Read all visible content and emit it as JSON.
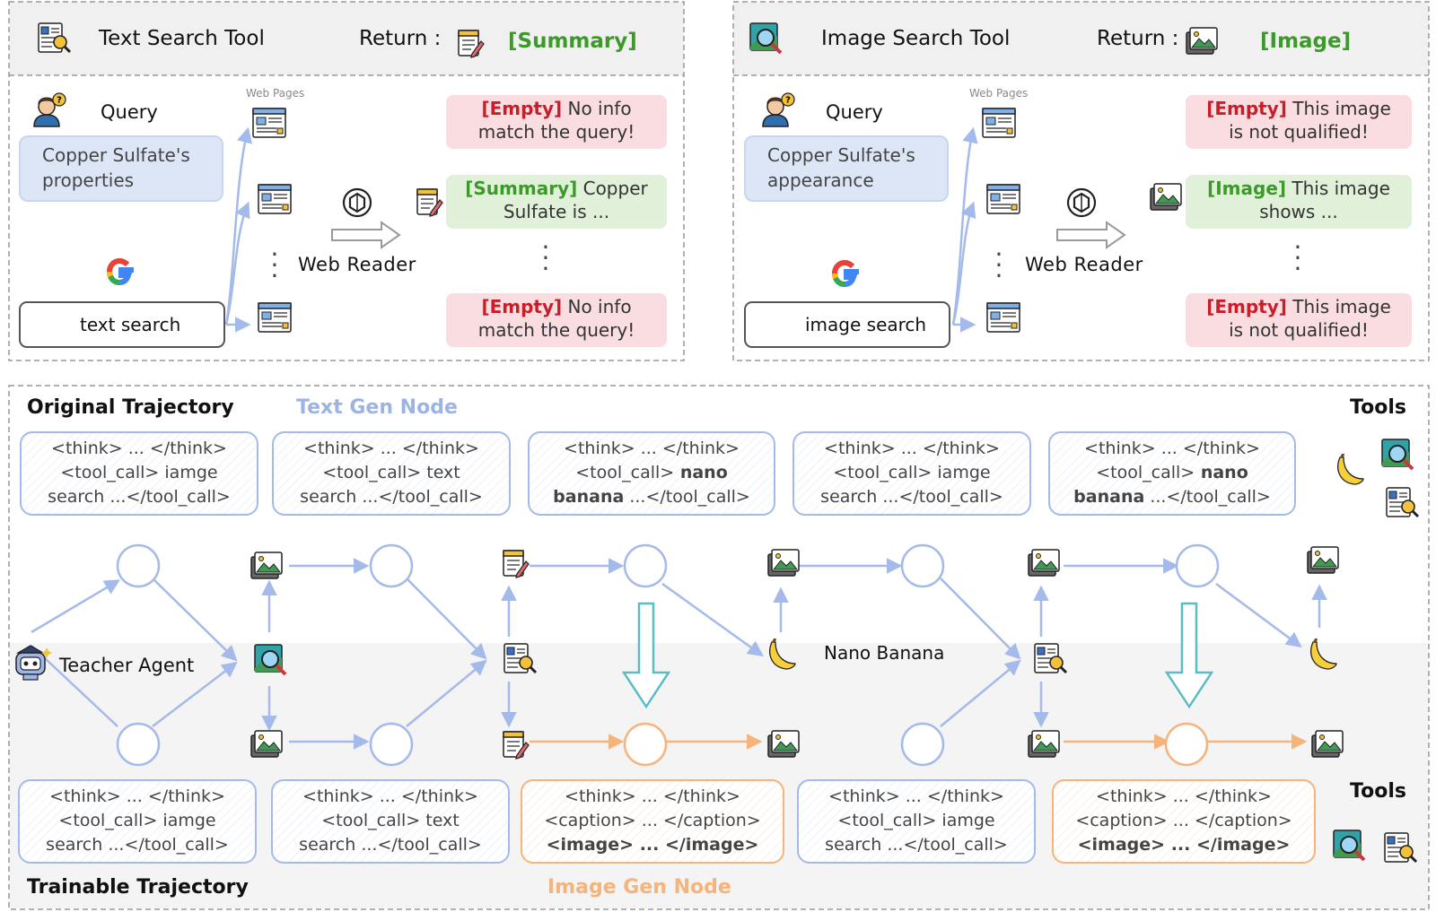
{
  "text_tool": {
    "title": "Text Search Tool",
    "return_label": "Return :",
    "return_value": "[Summary]",
    "web_pages_label": "Web Pages",
    "query_label": "Query",
    "query_text": "Copper Sulfate's properties",
    "search_text": "text search",
    "reader_label": "Web  Reader",
    "results": [
      {
        "tag": "[Empty]",
        "text_a": " No info",
        "text_b": "match the query!",
        "kind": "empty"
      },
      {
        "tag": "[Summary]",
        "text_a": " Copper",
        "text_b": "Sulfate is ...",
        "kind": "ok"
      },
      {
        "tag": "[Empty]",
        "text_a": " No info",
        "text_b": "match the query!",
        "kind": "empty"
      }
    ]
  },
  "image_tool": {
    "title": "Image Search Tool",
    "return_label": "Return :",
    "return_value": "[Image]",
    "web_pages_label": "Web Pages",
    "query_label": "Query",
    "query_text": "Copper Sulfate's appearance",
    "search_text": "image search",
    "reader_label": "Web  Reader",
    "results": [
      {
        "tag": "[Empty]",
        "text_a": " This image",
        "text_b": "is not qualified!",
        "kind": "empty"
      },
      {
        "tag": "[Image]",
        "text_a": " This image",
        "text_b": "shows ...",
        "kind": "ok"
      },
      {
        "tag": "[Empty]",
        "text_a": " This image",
        "text_b": "is not qualified!",
        "kind": "empty"
      }
    ]
  },
  "trajectory": {
    "original_title": "Original Trajectory",
    "text_gen_label": "Text Gen Node",
    "tools_label": "Tools",
    "trainable_title": "Trainable Trajectory",
    "image_gen_label": "Image Gen Node",
    "teacher_label": "Teacher Agent",
    "nano_label": "Nano Banana",
    "top_boxes": [
      {
        "l1": "<think> ... </think>",
        "l2a": "<tool_call>",
        "l2b": " iamge",
        "l3a": "search ...",
        "l3b": "</tool_call>"
      },
      {
        "l1": "<think> ... </think>",
        "l2a": "<tool_call>",
        "l2b": " text",
        "l3a": "search ...",
        "l3b": "</tool_call>"
      },
      {
        "l1": "<think> ... </think>",
        "l2a": "<tool_call>",
        "l2b": " nano",
        "l3a": "banana",
        "l3b": " ...</tool_call>"
      },
      {
        "l1": "<think> ... </think>",
        "l2a": "<tool_call>",
        "l2b": " iamge",
        "l3a": "search ...",
        "l3b": "</tool_call>"
      },
      {
        "l1": "<think> ... </think>",
        "l2a": "<tool_call>",
        "l2b": " nano",
        "l3a": "banana",
        "l3b": " ...</tool_call>"
      }
    ],
    "bottom_boxes": [
      {
        "l1": "<think> ... </think>",
        "l2": "<tool_call> iamge",
        "l3a": "search ...",
        "l3b": "</tool_call>"
      },
      {
        "l1": "<think> ... </think>",
        "l2": "<tool_call> text",
        "l3a": "search ...",
        "l3b": "</tool_call>"
      },
      {
        "l1": "<think> ... </think>",
        "l2": "<caption> ... </caption>",
        "l3a": "<image>",
        "l3b": " ... </image>"
      },
      {
        "l1": "<think> ... </think>",
        "l2": "<tool_call> iamge",
        "l3a": "search ...",
        "l3b": "</tool_call>"
      },
      {
        "l1": "<think> ... </think>",
        "l2": "<caption> ... </caption>",
        "l3a": "<image>",
        "l3b": " ... </image>"
      }
    ]
  },
  "colors": {
    "blue_line": "#a3baea",
    "orange_line": "#f5b47c",
    "teal_arrow": "#5bbcc4",
    "empty_red": "#c81e2a",
    "ok_green": "#3c9a2a"
  }
}
